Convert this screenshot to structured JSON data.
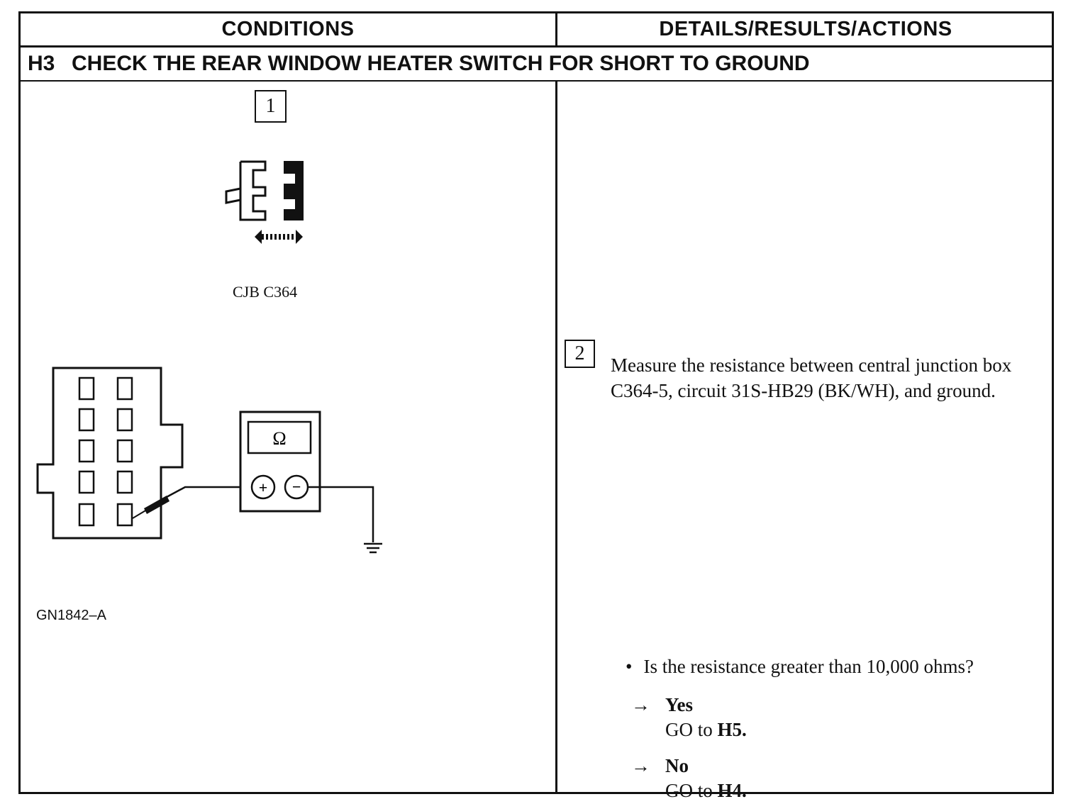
{
  "header": {
    "conditions": "CONDITIONS",
    "details": "DETAILS/RESULTS/ACTIONS"
  },
  "step": {
    "id": "H3",
    "title": "CHECK THE REAR WINDOW HEATER SWITCH FOR SHORT TO GROUND"
  },
  "conditions": {
    "step1_number": "1",
    "connector_caption": "CJB C364",
    "meter_symbol": "Ω",
    "meter_plus": "+",
    "meter_minus": "−",
    "figure_id": "GN1842–A"
  },
  "details": {
    "step2_number": "2",
    "instruction": "Measure the resistance between central junction box C364-5, circuit 31S-HB29 (BK/WH), and ground.",
    "bullet": "•",
    "question": "Is the resistance greater than 10,000 ohms?",
    "arrow": "→",
    "yes_label": "Yes",
    "yes_action_prefix": "GO to ",
    "yes_action_target": "H5.",
    "no_label": "No",
    "no_action_prefix": "GO to ",
    "no_action_target": "H4."
  }
}
